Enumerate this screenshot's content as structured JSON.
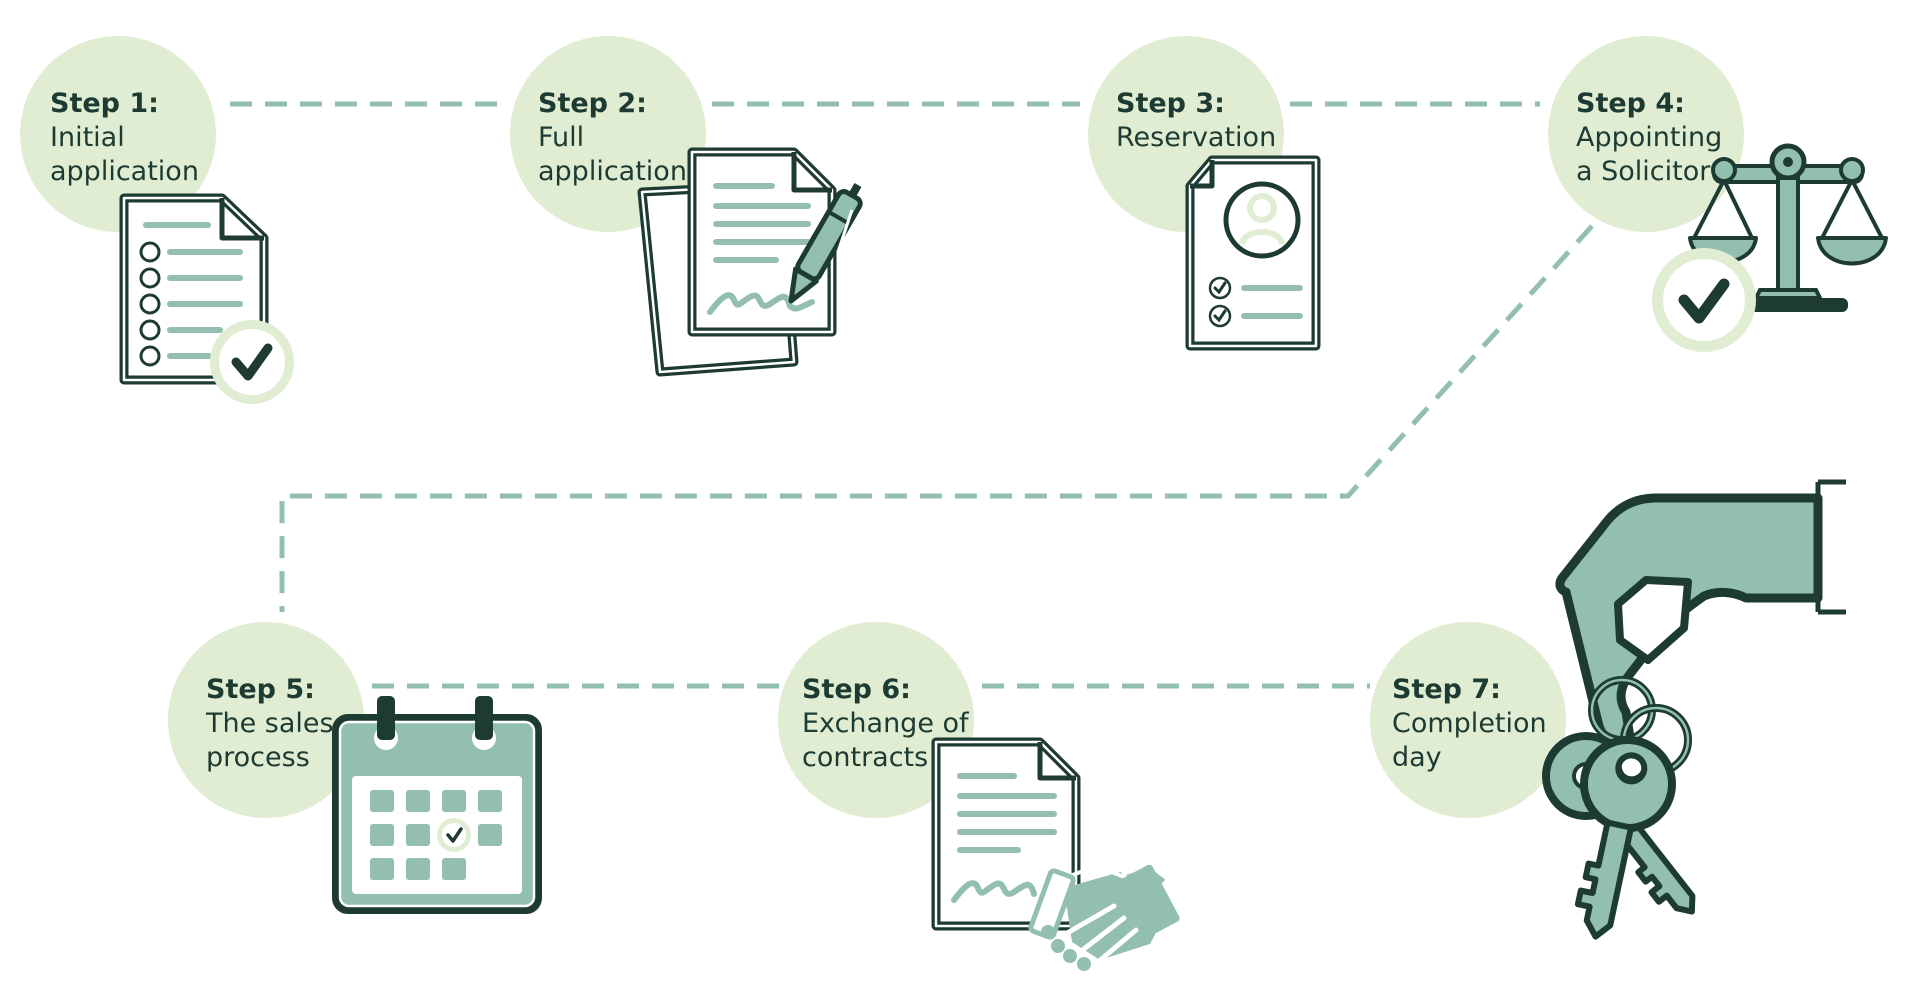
{
  "steps": [
    {
      "label": "Step 1:",
      "lines": [
        "Initial",
        "application"
      ],
      "icon": "checklist-document-icon"
    },
    {
      "label": "Step 2:",
      "lines": [
        "Full",
        "application"
      ],
      "icon": "signed-document-pen-icon"
    },
    {
      "label": "Step 3:",
      "lines": [
        "Reservation"
      ],
      "icon": "profile-document-icon"
    },
    {
      "label": "Step 4:",
      "lines": [
        "Appointing",
        "a Solicitor"
      ],
      "icon": "scales-of-justice-icon"
    },
    {
      "label": "Step 5:",
      "lines": [
        "The sales",
        "process"
      ],
      "icon": "calendar-icon"
    },
    {
      "label": "Step 6:",
      "lines": [
        "Exchange of",
        "contracts"
      ],
      "icon": "contract-handshake-icon"
    },
    {
      "label": "Step 7:",
      "lines": [
        "Completion",
        "day"
      ],
      "icon": "hand-keys-icon"
    }
  ],
  "colors": {
    "circle": "#e0edd2",
    "accent": "#92bfb0",
    "dark": "#1d3b33",
    "paper": "#ffffff"
  }
}
